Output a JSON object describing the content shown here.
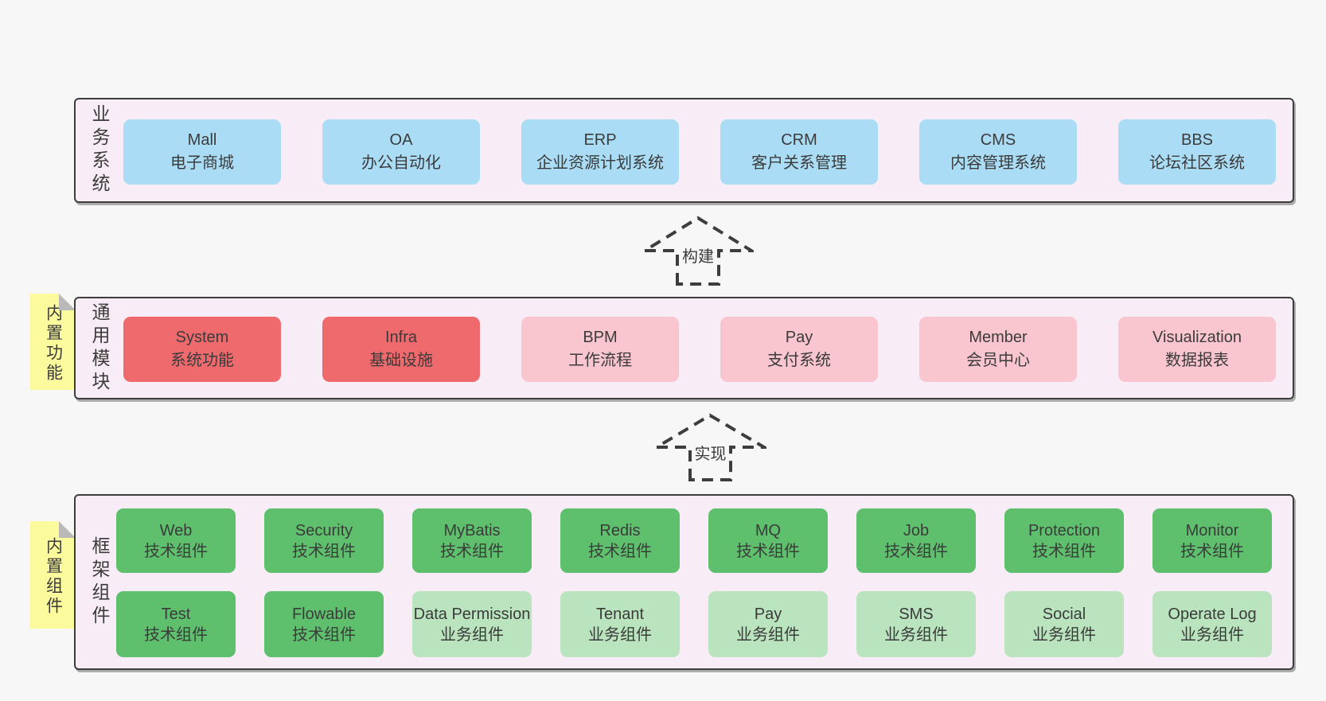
{
  "colors": {
    "page_bg": "#f7f7f7",
    "panel_bg": "#f8edf6",
    "panel_border": "#3d3d3d",
    "blue_box": "#aaddf5",
    "red_box": "#ee6a6d",
    "pink_box": "#f9c5ce",
    "green_box": "#5ec06d",
    "light_green_box": "#b9e4bd",
    "sticky_yellow": "#fbfb9d",
    "sticky_fold_gray": "#b9b9b9",
    "text": "#3b3b3b"
  },
  "business_layer": {
    "side_label": "业务系统",
    "boxes": [
      {
        "title": "Mall",
        "subtitle": "电子商城",
        "variant": "blue"
      },
      {
        "title": "OA",
        "subtitle": "办公自动化",
        "variant": "blue"
      },
      {
        "title": "ERP",
        "subtitle": "企业资源计划系统",
        "variant": "blue"
      },
      {
        "title": "CRM",
        "subtitle": "客户关系管理",
        "variant": "blue"
      },
      {
        "title": "CMS",
        "subtitle": "内容管理系统",
        "variant": "blue"
      },
      {
        "title": "BBS",
        "subtitle": "论坛社区系统",
        "variant": "blue"
      }
    ]
  },
  "build_arrow": {
    "label": "构建"
  },
  "module_layer": {
    "side_label": "通用模块",
    "sticky_label": "内置功能",
    "boxes": [
      {
        "title": "System",
        "subtitle": "系统功能",
        "variant": "red"
      },
      {
        "title": "Infra",
        "subtitle": "基础设施",
        "variant": "red"
      },
      {
        "title": "BPM",
        "subtitle": "工作流程",
        "variant": "pink"
      },
      {
        "title": "Pay",
        "subtitle": "支付系统",
        "variant": "pink"
      },
      {
        "title": "Member",
        "subtitle": "会员中心",
        "variant": "pink"
      },
      {
        "title": "Visualization",
        "subtitle": "数据报表",
        "variant": "pink"
      }
    ]
  },
  "implement_arrow": {
    "label": "实现"
  },
  "component_layer": {
    "side_label": "框架组件",
    "sticky_label": "内置组件",
    "row1": [
      {
        "title": "Web",
        "subtitle": "技术组件",
        "variant": "green"
      },
      {
        "title": "Security",
        "subtitle": "技术组件",
        "variant": "green"
      },
      {
        "title": "MyBatis",
        "subtitle": "技术组件",
        "variant": "green"
      },
      {
        "title": "Redis",
        "subtitle": "技术组件",
        "variant": "green"
      },
      {
        "title": "MQ",
        "subtitle": "技术组件",
        "variant": "green"
      },
      {
        "title": "Job",
        "subtitle": "技术组件",
        "variant": "green"
      },
      {
        "title": "Protection",
        "subtitle": "技术组件",
        "variant": "green"
      },
      {
        "title": "Monitor",
        "subtitle": "技术组件",
        "variant": "green"
      }
    ],
    "row2": [
      {
        "title": "Test",
        "subtitle": "技术组件",
        "variant": "green"
      },
      {
        "title": "Flowable",
        "subtitle": "技术组件",
        "variant": "green"
      },
      {
        "title": "Data Permission",
        "subtitle": "业务组件",
        "variant": "lightgreen"
      },
      {
        "title": "Tenant",
        "subtitle": "业务组件",
        "variant": "lightgreen"
      },
      {
        "title": "Pay",
        "subtitle": "业务组件",
        "variant": "lightgreen"
      },
      {
        "title": "SMS",
        "subtitle": "业务组件",
        "variant": "lightgreen"
      },
      {
        "title": "Social",
        "subtitle": "业务组件",
        "variant": "lightgreen"
      },
      {
        "title": "Operate Log",
        "subtitle": "业务组件",
        "variant": "lightgreen"
      }
    ]
  }
}
